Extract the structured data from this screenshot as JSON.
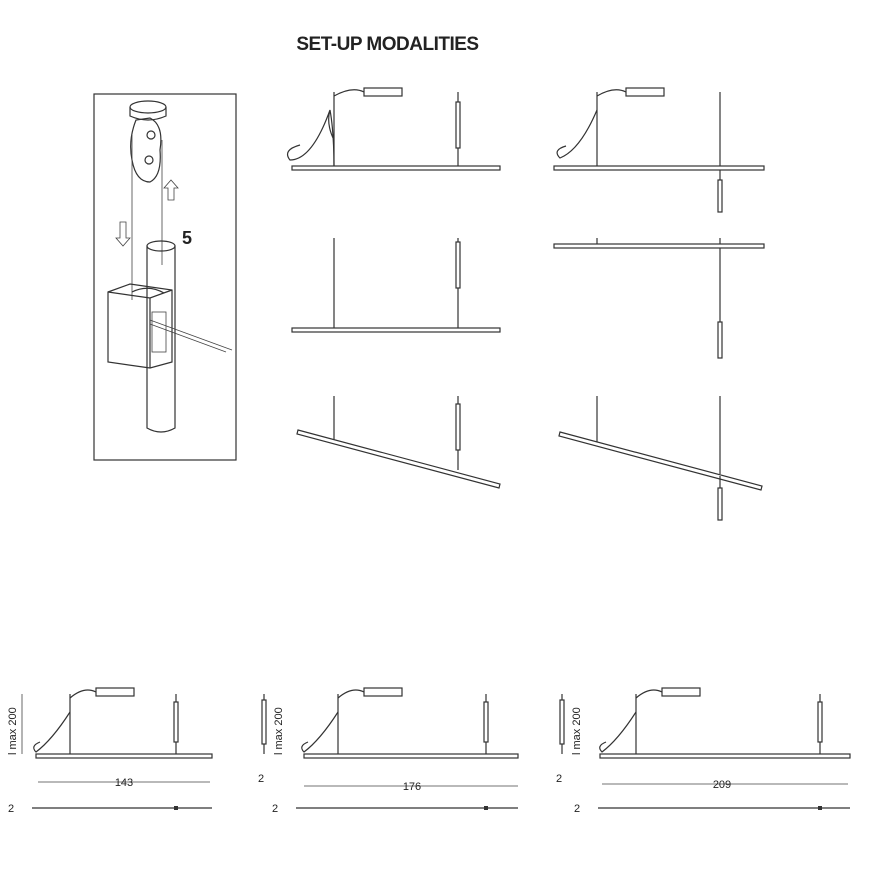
{
  "title": "SET-UP MODALITIES",
  "detail": {
    "step_number": "5"
  },
  "configurations": [
    {
      "height_label": "l max 200",
      "width_value": "143",
      "bottom_marker": "2"
    },
    {
      "height_label": "l max 200",
      "width_value": "176",
      "side_marker": "2",
      "bottom_marker": "2"
    },
    {
      "height_label": "l max 200",
      "width_value": "209",
      "side_marker": "2",
      "bottom_marker": "2"
    }
  ]
}
